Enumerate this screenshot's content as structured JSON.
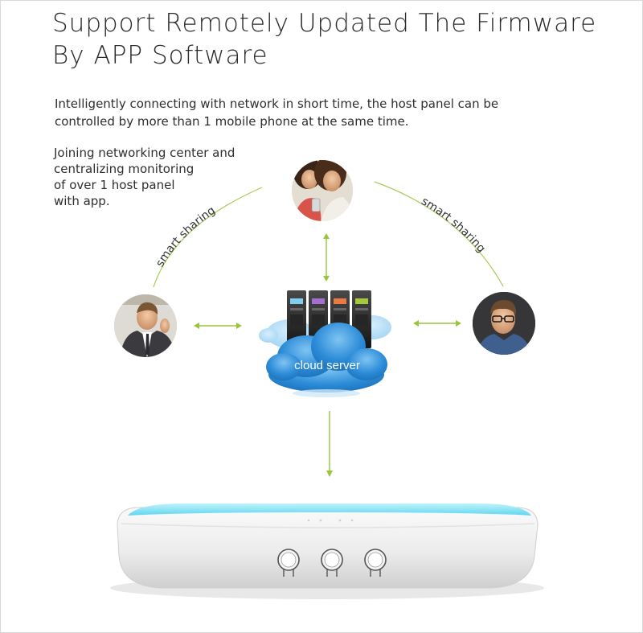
{
  "title": {
    "line1": "Support Remotely Updated The Firmware",
    "line2": "By APP Software"
  },
  "intro": {
    "line1": "Intelligently connecting with network in short time, the host panel can be",
    "line2": "controlled by more than 1 mobile phone at the same time."
  },
  "side_note": {
    "line1": "Joining networking center and",
    "line2": "centralizing monitoring",
    "line3": "of over 1 host panel",
    "line4": "with app."
  },
  "diagram": {
    "left_arc_label": "smart sharing",
    "right_arc_label": "smart sharing",
    "cloud_label": "cloud server",
    "nodes": [
      "women-with-phone-photo",
      "businessman-photo",
      "man-with-glasses-photo",
      "cloud-server",
      "host-panel-device"
    ],
    "colors": {
      "arrow": "#9bc43a",
      "arc": "#a8cc58",
      "cloud": "#2f8ed6",
      "panel_glow": "#5fd6f0"
    }
  },
  "device": {
    "button_count": 3
  }
}
